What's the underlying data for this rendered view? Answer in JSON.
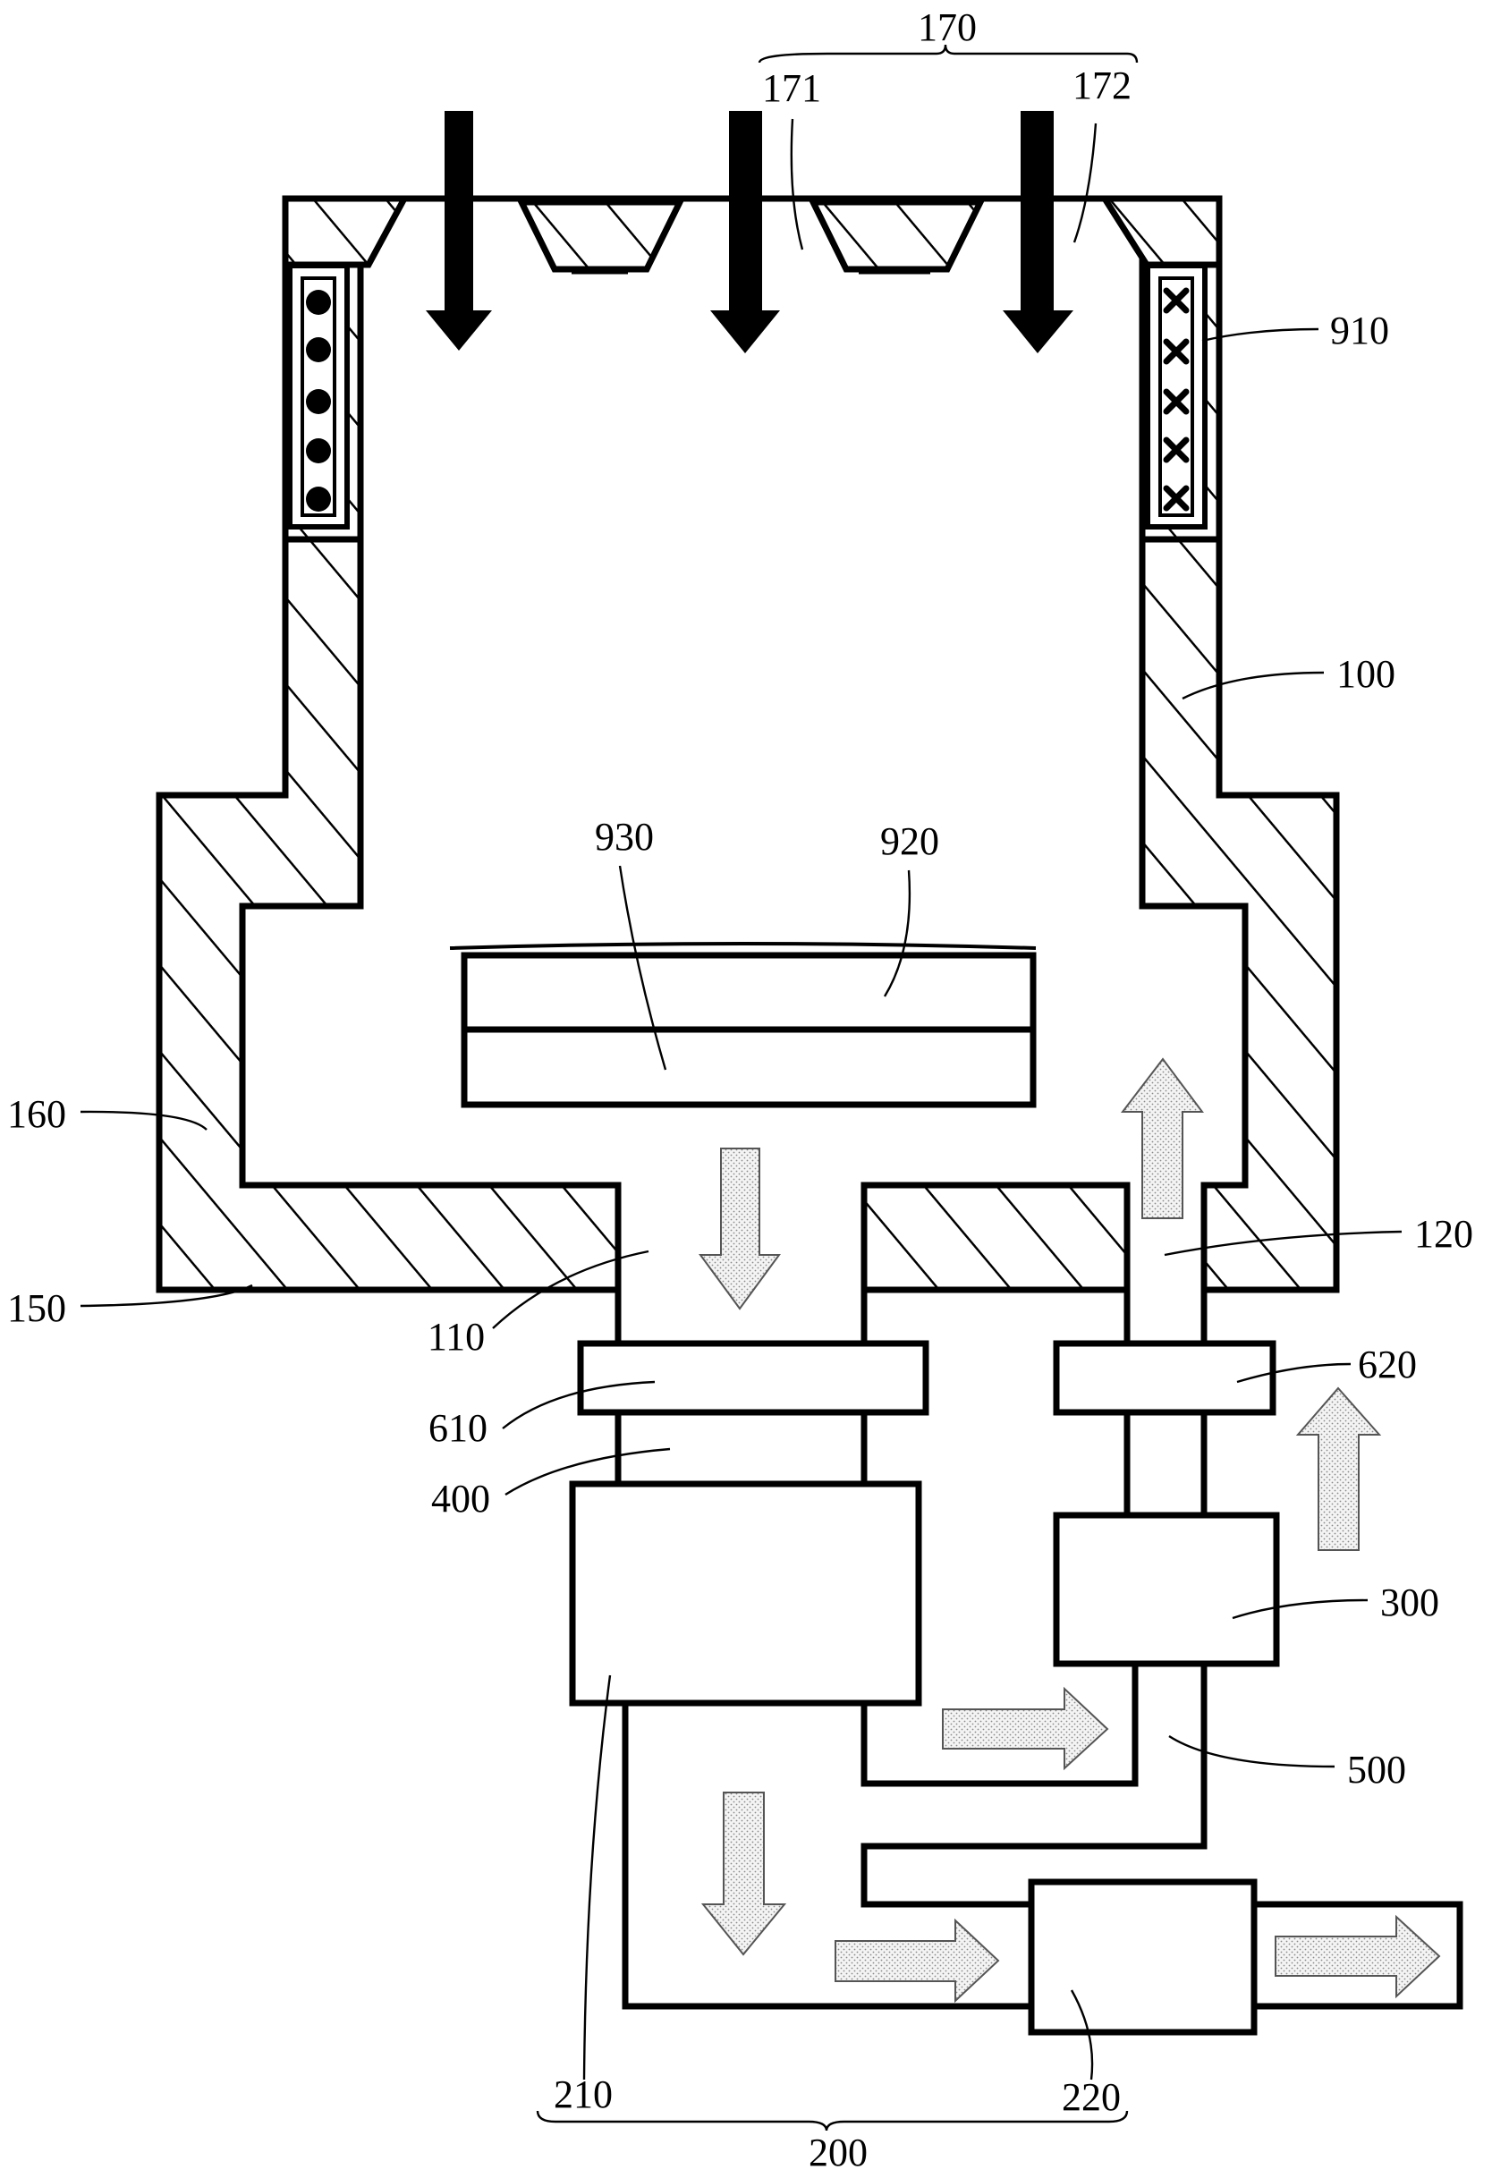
{
  "labels": {
    "l170": "170",
    "l171": "171",
    "l172": "172",
    "l910": "910",
    "l100": "100",
    "l930": "930",
    "l920": "920",
    "l160": "160",
    "l150": "150",
    "l110": "110",
    "l120": "120",
    "l610": "610",
    "l620": "620",
    "l400": "400",
    "l300": "300",
    "l500": "500",
    "l210": "210",
    "l220": "220",
    "l200": "200"
  },
  "coil_left_symbols": [
    "dot",
    "dot",
    "dot",
    "dot",
    "dot"
  ],
  "coil_right_symbols": [
    "cross",
    "cross",
    "cross",
    "cross",
    "cross"
  ],
  "colors": {
    "line": "#000000",
    "flow_arrow_dots": "#8a8a8a"
  }
}
